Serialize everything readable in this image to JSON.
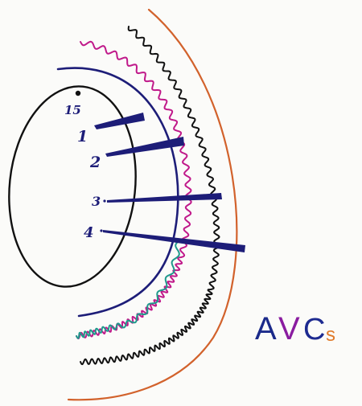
{
  "diagram": {
    "labels": {
      "pole": "15",
      "one": "1",
      "two": "2",
      "three": "3",
      "four": "4"
    },
    "title": {
      "a": "A",
      "v": "V",
      "c": "C",
      "s": "s"
    }
  },
  "colors": {
    "paper": "#fbfbf9",
    "ink": "#111111",
    "navy": "#1d1d78",
    "magenta": "#c0198a",
    "teal": "#1f9a8c",
    "orange": "#d2622c",
    "title_a": "#1b2a8a",
    "title_v": "#8a1ca0",
    "title_c": "#1d2a90",
    "title_s": "#e07a2a"
  }
}
